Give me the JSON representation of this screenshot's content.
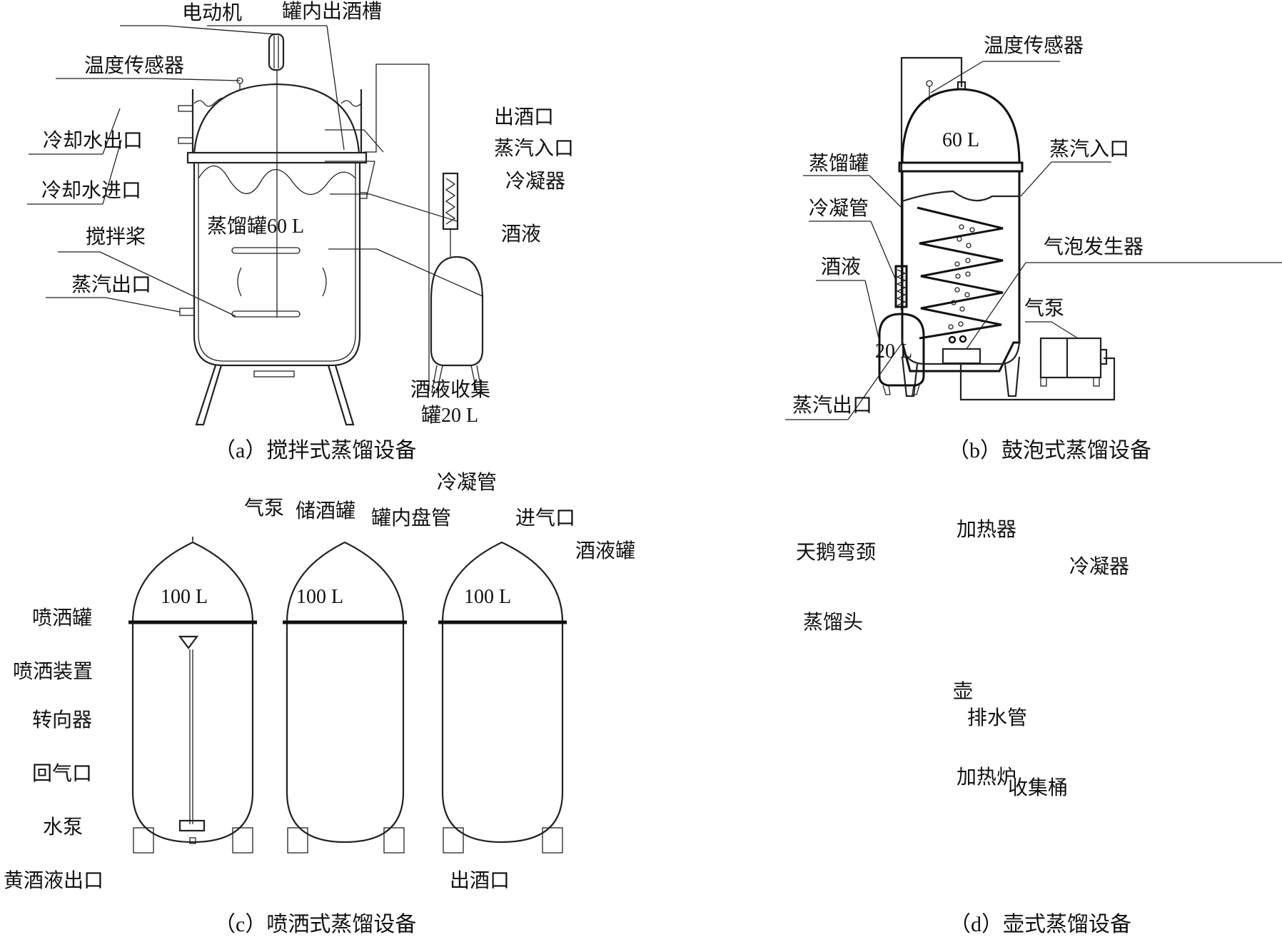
{
  "figure": {
    "panels": [
      {
        "id": "a",
        "caption": "（a）搅拌式蒸馏设备",
        "labels": {
          "motor": "电动机",
          "inner_trough": "罐内出酒槽",
          "temp_sensor": "温度传感器",
          "cool_out": "冷却水出口",
          "cool_in": "冷却水进口",
          "wine_outlet": "出酒口",
          "steam_in": "蒸汽入口",
          "condenser": "冷凝器",
          "paddle": "搅拌桨",
          "wine_liquid": "酒液",
          "steam_out": "蒸汽出口",
          "still_volume": "蒸馏罐60 L",
          "collector_line1": "酒液收集",
          "collector_line2": "罐20 L"
        }
      },
      {
        "id": "b",
        "caption": "（b）鼓泡式蒸馏设备",
        "labels": {
          "temp_sensor": "温度传感器",
          "still": "蒸馏罐",
          "steam_in": "蒸汽入口",
          "condenser_tube": "冷凝管",
          "wine_liquid": "酒液",
          "bubble_gen": "气泡发生器",
          "air_pump": "气泵",
          "steam_out": "蒸汽出口",
          "still_volume": "60 L",
          "collector_volume": "20 L"
        }
      },
      {
        "id": "c",
        "caption": "（c）喷洒式蒸馏设备",
        "labels": {
          "condenser_tube": "冷凝管",
          "air_pump": "气泵",
          "storage_tank": "储酒罐",
          "inner_coil": "罐内盘管",
          "air_inlet": "进气口",
          "liquor_tank": "酒液罐",
          "spray_tank": "喷洒罐",
          "spray_device": "喷洒装置",
          "diverter": "转向器",
          "return_port": "回气口",
          "water_pump": "水泵",
          "rice_wine_outlet": "黄酒液出口",
          "wine_outlet": "出酒口",
          "tank1_volume": "100 L",
          "tank2_volume": "100 L",
          "tank3_volume": "100 L"
        }
      },
      {
        "id": "d",
        "caption": "（d）壶式蒸馏设备",
        "labels": {
          "heater": "加热器",
          "swan_neck": "天鹅弯颈",
          "condenser": "冷凝器",
          "still_head": "蒸馏头",
          "pot": "壶",
          "drain": "排水管",
          "furnace": "加热炉",
          "collect_bucket": "收集桶"
        }
      }
    ]
  }
}
